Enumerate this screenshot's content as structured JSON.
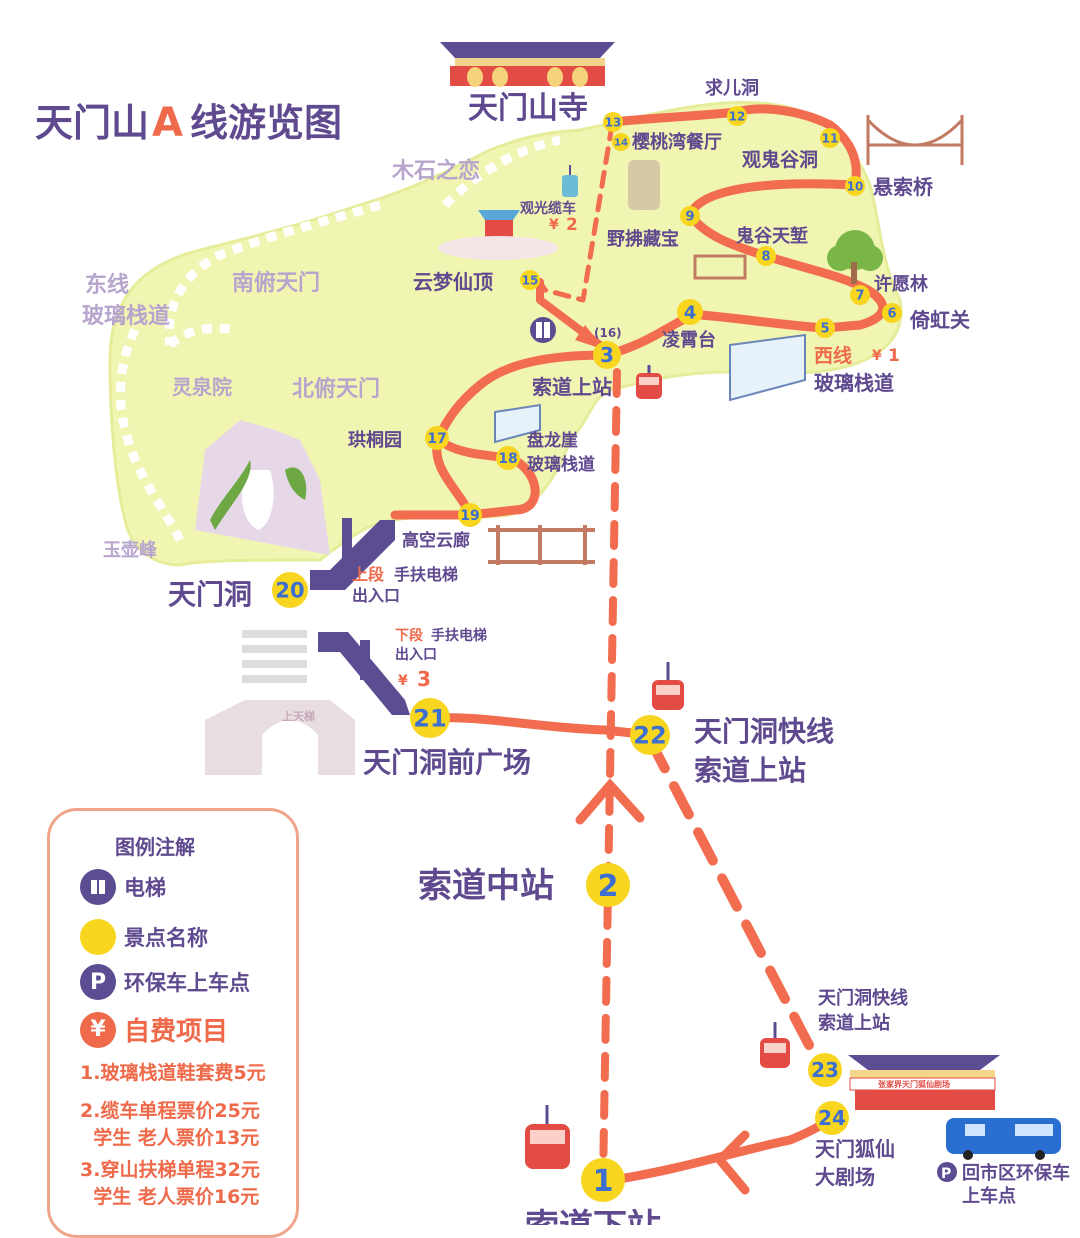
{
  "map": {
    "title": {
      "part1": "天门山",
      "part2": "A",
      "part3": "线游览图"
    },
    "temple_name": "天门山寺",
    "region_labels": {
      "mushi": "木石之恋",
      "nanfu": "南俯天门",
      "east_line_1": "东线",
      "east_line_2": "玻璃栈道",
      "lingquan": "灵泉院",
      "beifu": "北俯天门",
      "yuhu": "玉壶峰"
    },
    "stops": [
      {
        "num": "1",
        "name": "索道下站"
      },
      {
        "num": "2",
        "name": "索道中站"
      },
      {
        "num": "3",
        "name": "索道上站"
      },
      {
        "num": "4",
        "name": "凌霄台"
      },
      {
        "num": "5",
        "name": "西线"
      },
      {
        "num": "6",
        "name": "倚虹关"
      },
      {
        "num": "7",
        "name": "许愿林"
      },
      {
        "num": "8",
        "name": "鬼谷天堑"
      },
      {
        "num": "9",
        "name": "野拂藏宝"
      },
      {
        "num": "10",
        "name": "悬索桥"
      },
      {
        "num": "11",
        "name": "观鬼谷洞"
      },
      {
        "num": "12",
        "name": "求儿洞"
      },
      {
        "num": "13",
        "name": "天门山寺"
      },
      {
        "num": "14",
        "name": "樱桃湾餐厅"
      },
      {
        "num": "15",
        "name": "云梦仙顶"
      },
      {
        "num": "(16)",
        "name": "电梯"
      },
      {
        "num": "17",
        "name": "珙桐园"
      },
      {
        "num": "18",
        "name": "盘龙崖"
      },
      {
        "num": "19",
        "name": "高空云廊"
      },
      {
        "num": "20",
        "name": "天门洞"
      },
      {
        "num": "21",
        "name": "天门洞前广场"
      },
      {
        "num": "22",
        "name": "天门洞快线"
      },
      {
        "num": "23",
        "name": "天门洞快线"
      },
      {
        "num": "24",
        "name": "天门狐仙"
      }
    ],
    "extra_labels": {
      "west_glass_1": "玻璃栈道",
      "panlong_glass": "玻璃栈道",
      "cable_car": "观光缆车",
      "fee_2": "2",
      "fee_1": "1",
      "fee_3": "3",
      "upper_esc_1": "上段",
      "upper_esc_2": "手扶电梯",
      "upper_esc_3": "出入口",
      "lower_esc_1": "下段",
      "lower_esc_2": "手扶电梯",
      "lower_esc_3": "出入口",
      "kuaixian_upper_2": "索道上站",
      "kuaixian_lower_2": "索道上站",
      "theater_2": "大剧场",
      "bus_1": "回市区环保车",
      "bus_2": "上车点",
      "yen": "¥",
      "p_icon": "P",
      "gate_text": "上天梯",
      "theater_sign": "张家界天门狐仙剧场"
    },
    "colors": {
      "route": "#f26d4f",
      "route_light": "#f7a48c",
      "land": "#f1f5b2",
      "stop": "#f8d51f",
      "text": "#5f4a8f",
      "accent": "#ef6a4a"
    }
  },
  "legend": {
    "title": "图例注解",
    "elevator": "电梯",
    "scenic": "景点名称",
    "bus_stop": "环保车上车点",
    "self_pay": "自费项目",
    "note_1": "1.玻璃栈道鞋套费5元",
    "note_2a": "2.缆车单程票价25元",
    "note_2b": "  学生 老人票价13元",
    "note_3a": "3.穿山扶梯单程32元",
    "note_3b": "  学生 老人票价16元"
  }
}
